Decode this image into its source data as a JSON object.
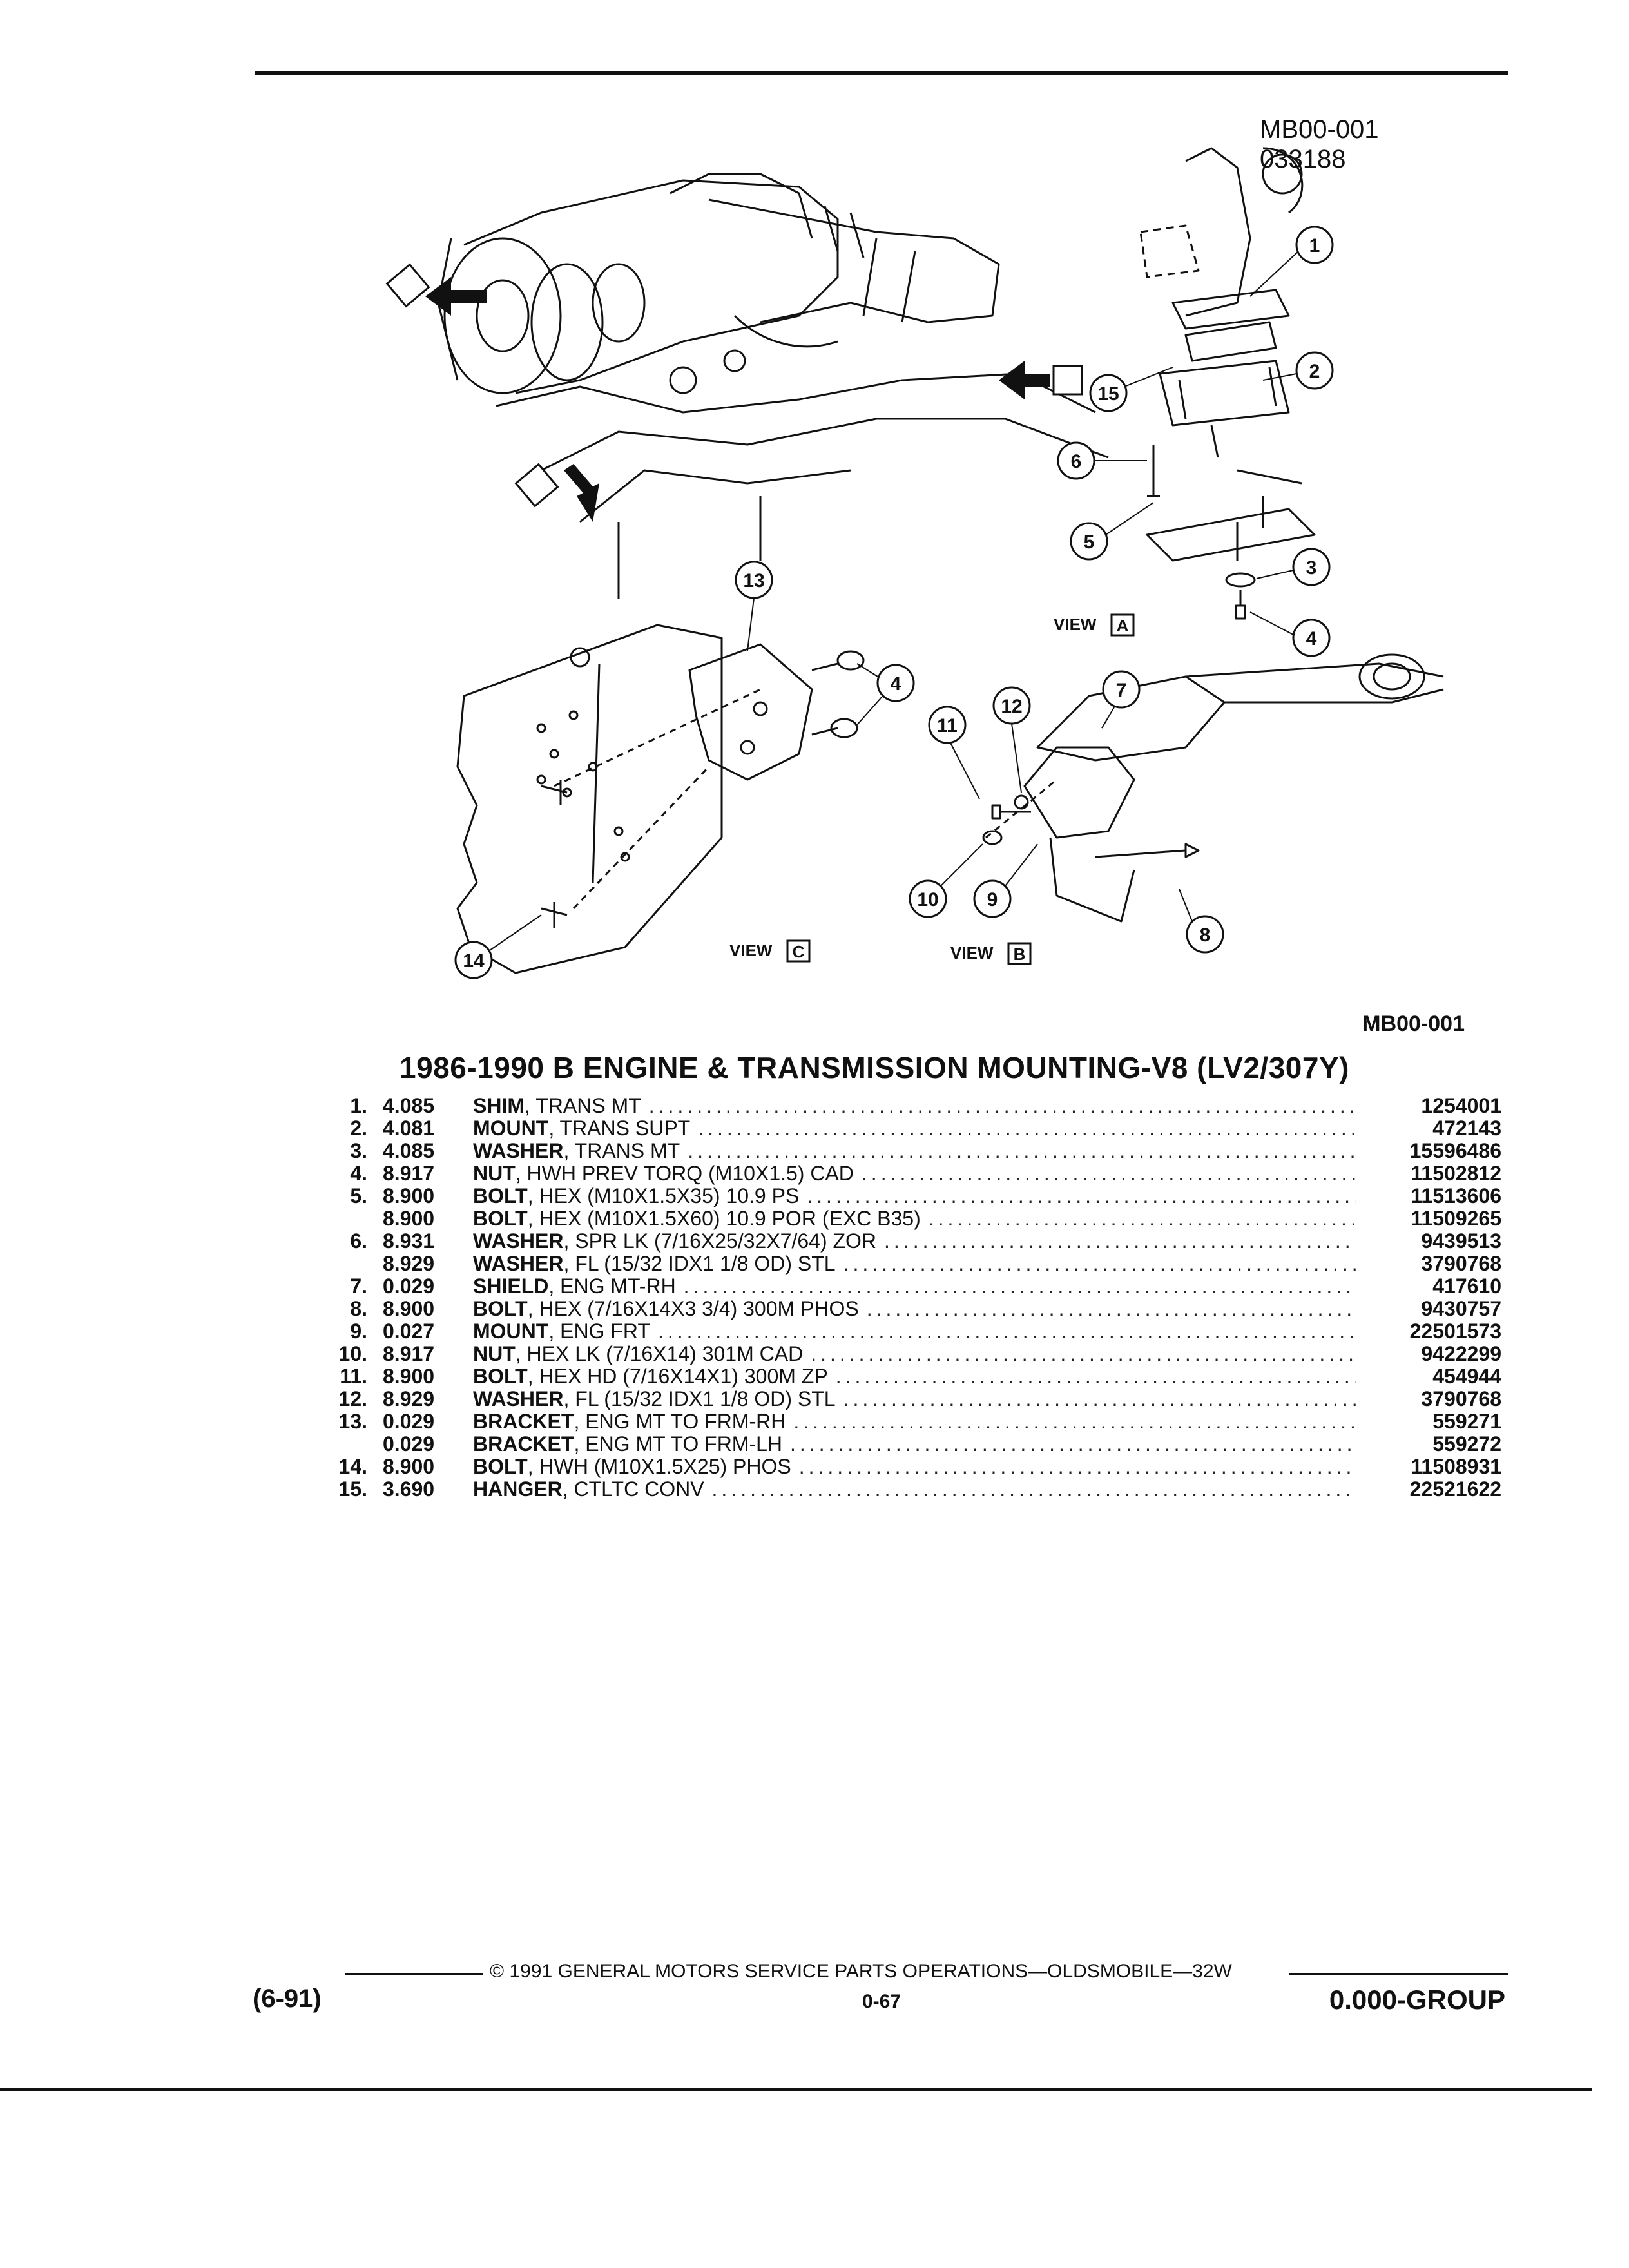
{
  "figure": {
    "id_top": "MB00-001",
    "date_code": "033188",
    "id_bottom": "MB00-001",
    "view_label": "VIEW",
    "views": [
      "A",
      "B",
      "C"
    ],
    "callouts": [
      "1",
      "2",
      "3",
      "4",
      "5",
      "6",
      "7",
      "8",
      "9",
      "10",
      "11",
      "12",
      "13",
      "14",
      "15"
    ]
  },
  "title": "1986-1990 B ENGINE & TRANSMISSION MOUNTING-V8 (LV2/307Y)",
  "parts": [
    {
      "num": "1.",
      "group": "4.085",
      "name": "SHIM",
      "detail": " , TRANS MT",
      "pn": "1254001"
    },
    {
      "num": "2.",
      "group": "4.081",
      "name": "MOUNT",
      "detail": " , TRANS SUPT",
      "pn": "472143"
    },
    {
      "num": "3.",
      "group": "4.085",
      "name": "WASHER",
      "detail": " , TRANS MT",
      "pn": "15596486"
    },
    {
      "num": "4.",
      "group": "8.917",
      "name": "NUT",
      "detail": " , HWH PREV TORQ (M10X1.5) CAD",
      "pn": "11502812"
    },
    {
      "num": "5.",
      "group": "8.900",
      "name": "BOLT",
      "detail": " , HEX (M10X1.5X35) 10.9 PS",
      "pn": "11513606"
    },
    {
      "num": "",
      "group": "8.900",
      "name": "BOLT",
      "detail": " , HEX (M10X1.5X60) 10.9 POR (EXC B35)",
      "pn": "11509265"
    },
    {
      "num": "6.",
      "group": "8.931",
      "name": "WASHER",
      "detail": " , SPR LK (7/16X25/32X7/64) ZOR",
      "pn": "9439513"
    },
    {
      "num": "",
      "group": "8.929",
      "name": "WASHER",
      "detail": " , FL (15/32 IDX1 1/8 OD) STL",
      "pn": "3790768"
    },
    {
      "num": "7.",
      "group": "0.029",
      "name": "SHIELD",
      "detail": " , ENG MT-RH",
      "pn": "417610"
    },
    {
      "num": "8.",
      "group": "8.900",
      "name": "BOLT",
      "detail": " , HEX (7/16X14X3 3/4) 300M PHOS",
      "pn": "9430757"
    },
    {
      "num": "9.",
      "group": "0.027",
      "name": "MOUNT",
      "detail": " , ENG FRT",
      "pn": "22501573"
    },
    {
      "num": "10.",
      "group": "8.917",
      "name": "NUT",
      "detail": " , HEX LK (7/16X14) 301M CAD",
      "pn": "9422299"
    },
    {
      "num": "11.",
      "group": "8.900",
      "name": "BOLT",
      "detail": " , HEX HD (7/16X14X1) 300M ZP",
      "pn": "454944"
    },
    {
      "num": "12.",
      "group": "8.929",
      "name": "WASHER",
      "detail": " , FL (15/32 IDX1 1/8 OD) STL",
      "pn": "3790768"
    },
    {
      "num": "13.",
      "group": "0.029",
      "name": "BRACKET",
      "detail": " , ENG MT TO FRM-RH",
      "pn": "559271"
    },
    {
      "num": "",
      "group": "0.029",
      "name": "BRACKET",
      "detail": " , ENG MT TO FRM-LH",
      "pn": "559272"
    },
    {
      "num": "14.",
      "group": "8.900",
      "name": "BOLT",
      "detail": " , HWH (M10X1.5X25) PHOS",
      "pn": "11508931"
    },
    {
      "num": "15.",
      "group": "3.690",
      "name": "HANGER",
      "detail": " , CTLTC CONV",
      "pn": "22521622"
    }
  ],
  "footer": {
    "copyright": "© 1991 GENERAL MOTORS SERVICE PARTS OPERATIONS—OLDSMOBILE—32W",
    "date": "(6-91)",
    "page": "0-67",
    "group": "0.000-GROUP"
  }
}
